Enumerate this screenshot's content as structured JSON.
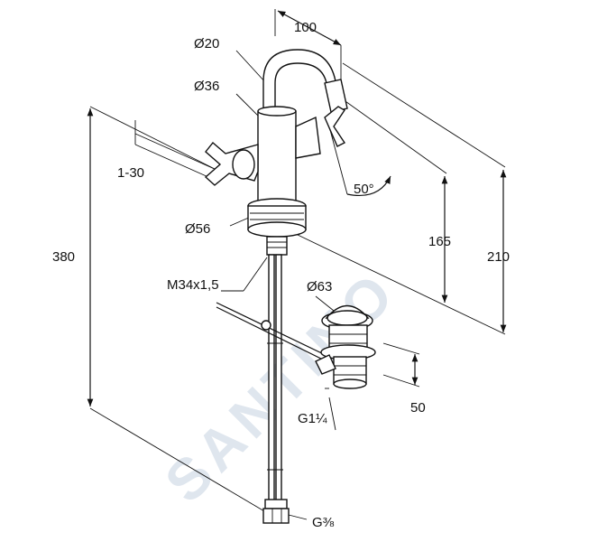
{
  "watermark": "SANTINO",
  "dimensions": {
    "spout_reach": "100",
    "spout_diameter": "Ø20",
    "body_diameter": "Ø36",
    "adjust_range": "1-30",
    "handle_angle": "50°",
    "base_diameter": "Ø56",
    "total_height": "380",
    "spout_height": "165",
    "overall_height": "210",
    "thread": "M34x1,5",
    "waste_diameter": "Ø63",
    "waste_height": "50",
    "waste_thread": "G1¼",
    "hose_thread": "G⅜"
  }
}
